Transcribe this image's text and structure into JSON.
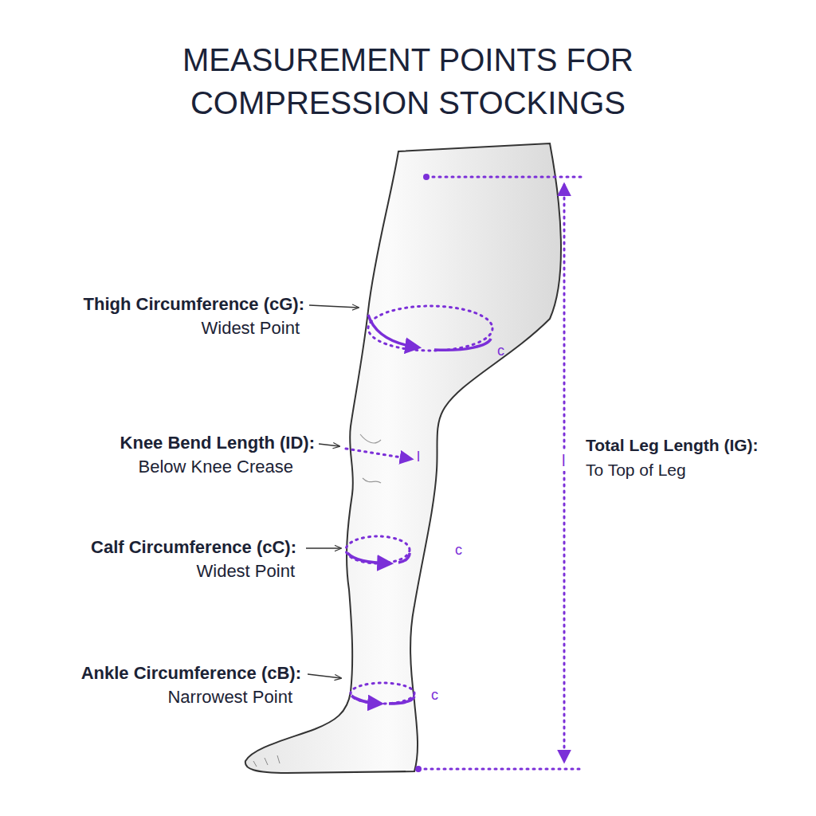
{
  "diagram": {
    "title": "MEASUREMENT POINTS FOR COMPRESSION STOCKINGS",
    "labels": [
      "Thigh Circumference (cG):",
      "Widest Point",
      "Knee Bend Length (ID):",
      "Below Knee Crease",
      "Calf Circumference (cC):",
      "Widest Point",
      "Ankle Circumference (cB):",
      "Narrowest Point",
      "Total Leg Length (IG):",
      "To Top of Leg",
      "c",
      "l",
      "c",
      "c",
      "l"
    ]
  }
}
